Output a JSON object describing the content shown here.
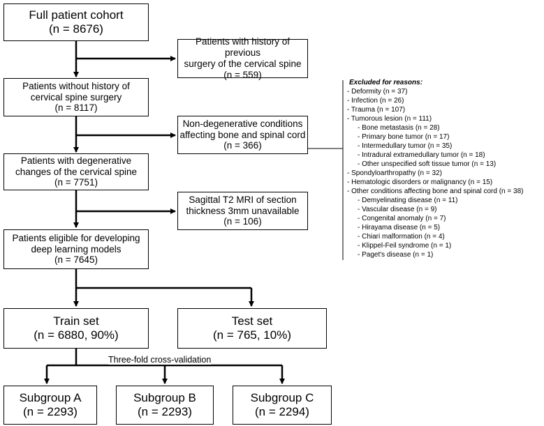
{
  "boxes": {
    "full_cohort": {
      "line1": "Full patient cohort",
      "line2": "(n = 8676)"
    },
    "prev_surgery": {
      "line1": "Patients with history of previous",
      "line2": "surgery of the cervical spine",
      "line3": "(n = 559)"
    },
    "without_surgery": {
      "line1": "Patients without history of",
      "line2": "cervical spine surgery",
      "line3": "(n = 8117)"
    },
    "non_degenerative": {
      "line1": "Non-degenerative conditions",
      "line2": "affecting bone and spinal cord",
      "line3": "(n = 366)"
    },
    "degenerative": {
      "line1": "Patients with degenerative",
      "line2": "changes of the cervical spine",
      "line3": "(n = 7751)"
    },
    "mri_unavailable": {
      "line1": "Sagittal T2 MRI of section",
      "line2": "thickness 3mm unavailable",
      "line3": "(n = 106)"
    },
    "eligible": {
      "line1": "Patients eligible for developing",
      "line2": "deep learning models",
      "line3": "(n = 7645)"
    },
    "train": {
      "line1": "Train set",
      "line2": "(n = 6880, 90%)"
    },
    "test": {
      "line1": "Test set",
      "line2": "(n = 765, 10%)"
    },
    "subgroup_a": {
      "line1": "Subgroup A",
      "line2": "(n = 2293)"
    },
    "subgroup_b": {
      "line1": "Subgroup B",
      "line2": "(n = 2293)"
    },
    "subgroup_c": {
      "line1": "Subgroup C",
      "line2": "(n = 2294)"
    }
  },
  "cross_validation_label": "Three-fold cross-validation",
  "excluded": {
    "header": "Excluded for reasons:",
    "items": [
      {
        "text": "- Deformity (n = 37)",
        "sub": false
      },
      {
        "text": "- Infection (n = 26)",
        "sub": false
      },
      {
        "text": "- Trauma (n = 107)",
        "sub": false
      },
      {
        "text": "- Tumorous lesion (n = 111)",
        "sub": false
      },
      {
        "text": "- Bone metastasis (n = 28)",
        "sub": true
      },
      {
        "text": "- Primary bone tumor (n = 17)",
        "sub": true
      },
      {
        "text": "- Intermedullary tumor (n = 35)",
        "sub": true
      },
      {
        "text": "- Intradural extramedullary tumor (n = 18)",
        "sub": true
      },
      {
        "text": "- Other unspecified soft tissue tumor (n = 13)",
        "sub": true
      },
      {
        "text": "- Spondyloarthropathy (n = 32)",
        "sub": false
      },
      {
        "text": "- Hematologic disorders or malignancy (n = 15)",
        "sub": false
      },
      {
        "text": "- Other conditions affecting bone and spinal cord (n = 38)",
        "sub": false
      },
      {
        "text": "- Demyelinating disease (n = 11)",
        "sub": true
      },
      {
        "text": "- Vascular disease (n = 9)",
        "sub": true
      },
      {
        "text": "- Congenital anomaly (n = 7)",
        "sub": true
      },
      {
        "text": "- Hirayama disease (n = 5)",
        "sub": true
      },
      {
        "text": "- Chiari malformation (n = 4)",
        "sub": true
      },
      {
        "text": "- Klippel-Feil syndrome (n = 1)",
        "sub": true
      },
      {
        "text": "- Paget's disease (n = 1)",
        "sub": true
      }
    ]
  }
}
